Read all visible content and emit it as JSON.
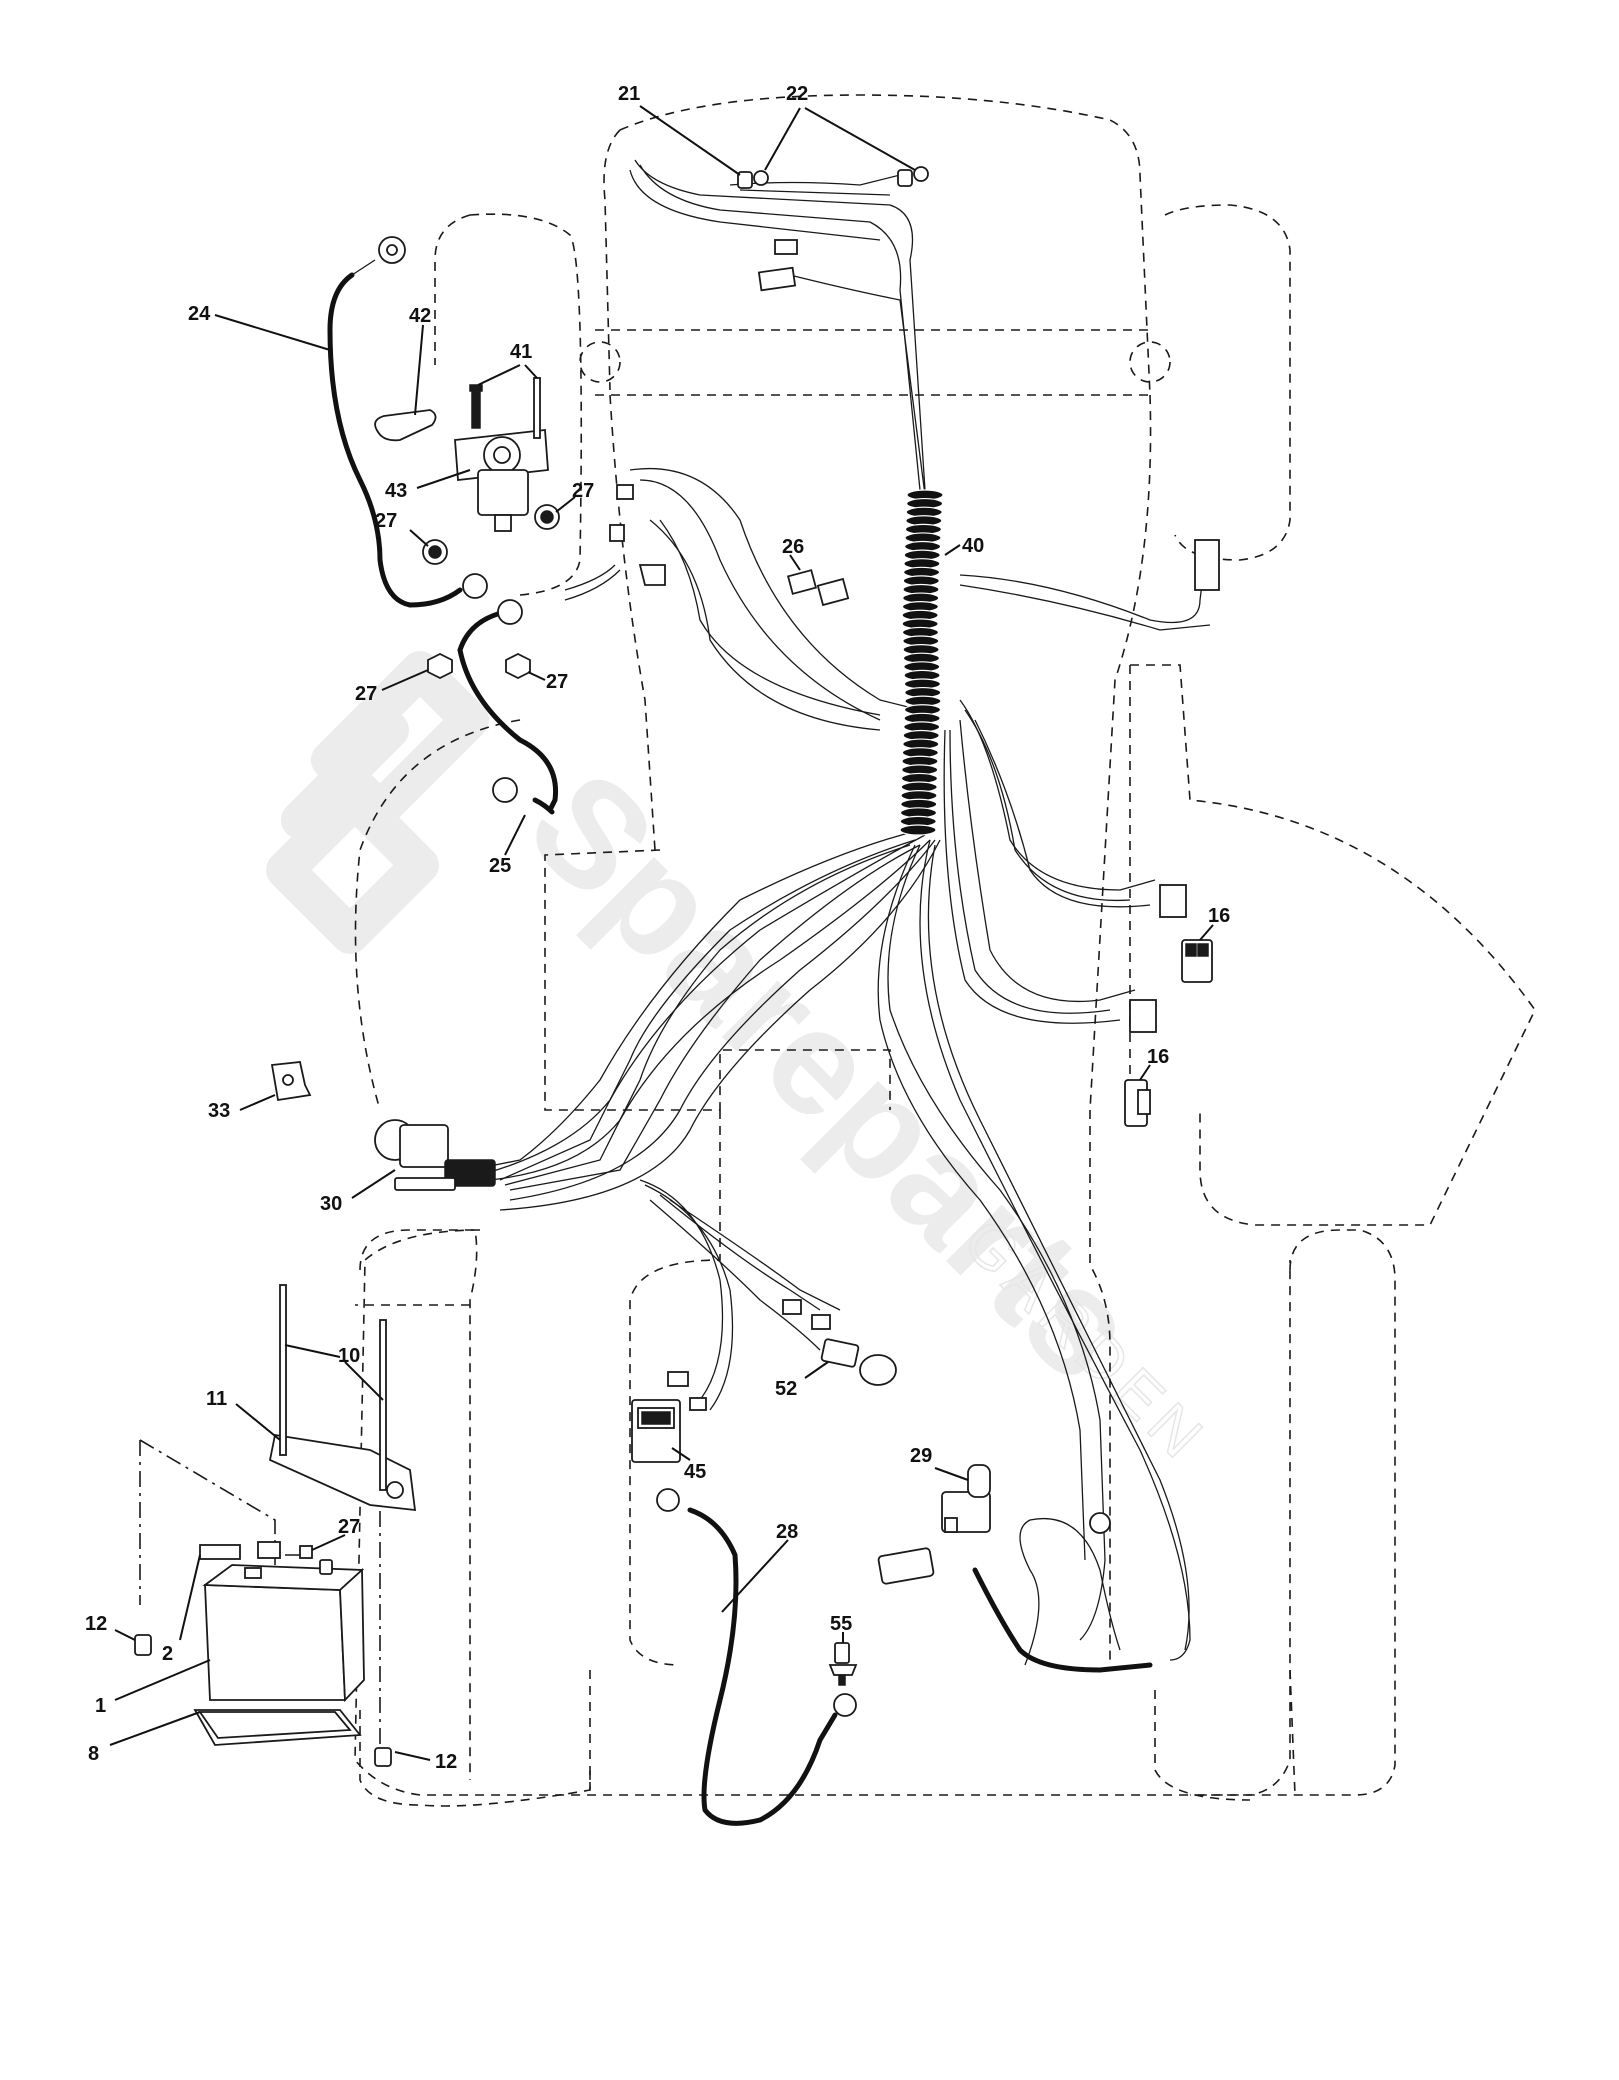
{
  "watermark": {
    "brand": "Spareparts",
    "sub": "GARDEN"
  },
  "callouts": [
    {
      "id": "c1",
      "label": "1"
    },
    {
      "id": "c2",
      "label": "2"
    },
    {
      "id": "c8",
      "label": "8"
    },
    {
      "id": "c10",
      "label": "10"
    },
    {
      "id": "c11",
      "label": "11"
    },
    {
      "id": "c12a",
      "label": "12"
    },
    {
      "id": "c12b",
      "label": "12"
    },
    {
      "id": "c16a",
      "label": "16"
    },
    {
      "id": "c16b",
      "label": "16"
    },
    {
      "id": "c21",
      "label": "21"
    },
    {
      "id": "c22",
      "label": "22"
    },
    {
      "id": "c24",
      "label": "24"
    },
    {
      "id": "c25",
      "label": "25"
    },
    {
      "id": "c26",
      "label": "26"
    },
    {
      "id": "c27a",
      "label": "27"
    },
    {
      "id": "c27b",
      "label": "27"
    },
    {
      "id": "c27c",
      "label": "27"
    },
    {
      "id": "c27d",
      "label": "27"
    },
    {
      "id": "c27e",
      "label": "27"
    },
    {
      "id": "c28",
      "label": "28"
    },
    {
      "id": "c29",
      "label": "29"
    },
    {
      "id": "c30",
      "label": "30"
    },
    {
      "id": "c33",
      "label": "33"
    },
    {
      "id": "c40",
      "label": "40"
    },
    {
      "id": "c41",
      "label": "41"
    },
    {
      "id": "c42",
      "label": "42"
    },
    {
      "id": "c43",
      "label": "43"
    },
    {
      "id": "c45",
      "label": "45"
    },
    {
      "id": "c52",
      "label": "52"
    },
    {
      "id": "c55",
      "label": "55"
    }
  ]
}
